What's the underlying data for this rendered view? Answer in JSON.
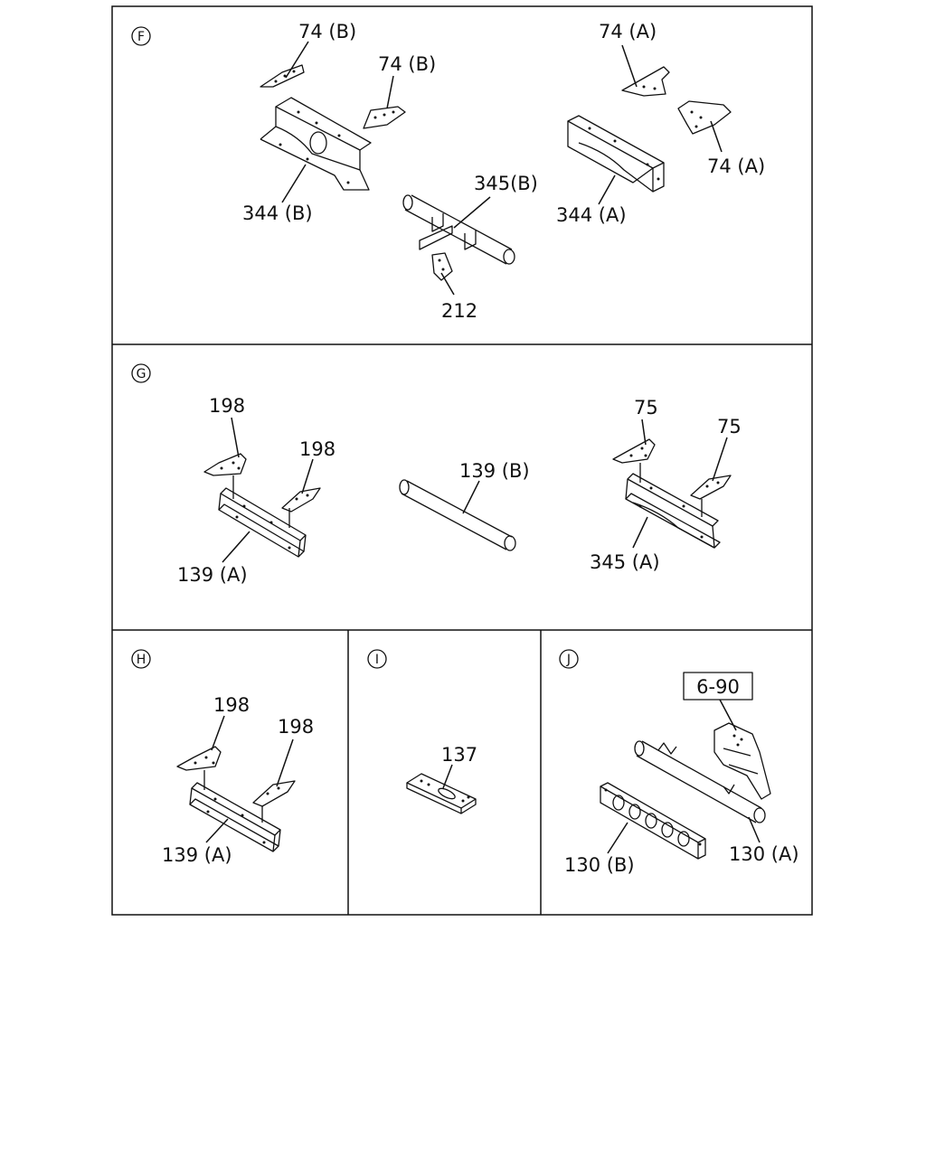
{
  "sections": {
    "F": {
      "marker": "F",
      "labels": {
        "l74b_1": "74 (B)",
        "l74b_2": "74 (B)",
        "l74a_1": "74 (A)",
        "l74a_2": "74 (A)",
        "l344b": "344 (B)",
        "l345b": "345(B)",
        "l344a": "344 (A)",
        "l212": "212"
      }
    },
    "G": {
      "marker": "G",
      "labels": {
        "l198_1": "198",
        "l198_2": "198",
        "l139a": "139 (A)",
        "l139b": "139 (B)",
        "l75_1": "75",
        "l75_2": "75",
        "l345a": "345 (A)"
      }
    },
    "H": {
      "marker": "H",
      "labels": {
        "l198_1": "198",
        "l198_2": "198",
        "l139a": "139 (A)"
      }
    },
    "I": {
      "marker": "I",
      "labels": {
        "l137": "137"
      }
    },
    "J": {
      "marker": "J",
      "labels": {
        "ref": "6-90",
        "l130b": "130 (B)",
        "l130a": "130 (A)"
      }
    }
  }
}
